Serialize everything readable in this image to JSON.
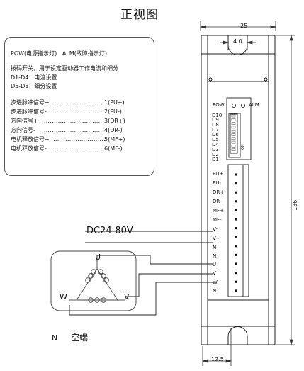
{
  "title": "正视图",
  "info": {
    "leds": "POW(电源指示灯)   ALM(故障指示灯)",
    "dip_desc": "拨码开关，用于设定驱动器工作电流和细分",
    "d1_d4": "D1-D4：电流设置",
    "d5_d8": "D5-D8：细分设置",
    "signals": [
      {
        "label": "步进脉冲信号+",
        "dots": "..........................",
        "pin": "1(PU+)"
      },
      {
        "label": "步进脉冲信号-",
        "dots": "..........................",
        "pin": "2(PU-)"
      },
      {
        "label": "方向信号+",
        "dots": "...............................",
        "pin": "3(DR+)"
      },
      {
        "label": "方向信号-",
        "dots": "...............................",
        "pin": "4(DR-)"
      },
      {
        "label": "电机释放信号+",
        "dots": "..........................",
        "pin": "5(MF+)"
      },
      {
        "label": "电机释放信号-",
        "dots": "..........................",
        "pin": "6(MF-)"
      }
    ]
  },
  "dims": {
    "width": "25",
    "hole_offset": "4.0",
    "height": "136",
    "bottom_offset": "12.5"
  },
  "panel": {
    "pow": "POW",
    "alm": "ALM",
    "dip_labels": [
      "D10",
      "D9",
      "D8",
      "D7",
      "D6",
      "D5",
      "D4",
      "D3",
      "D2",
      "D1"
    ],
    "dip_on": "ON",
    "terminals": [
      "PU+",
      "PU-",
      "DR+",
      "DR-",
      "MF+",
      "MF-",
      "V-",
      "V+",
      "N",
      "N",
      "U",
      "V",
      "W",
      "N"
    ]
  },
  "power_label": "DC24-80V",
  "motor": {
    "u": "U",
    "v": "V",
    "w": "W"
  },
  "legend": {
    "key": "N",
    "text": "空端"
  }
}
